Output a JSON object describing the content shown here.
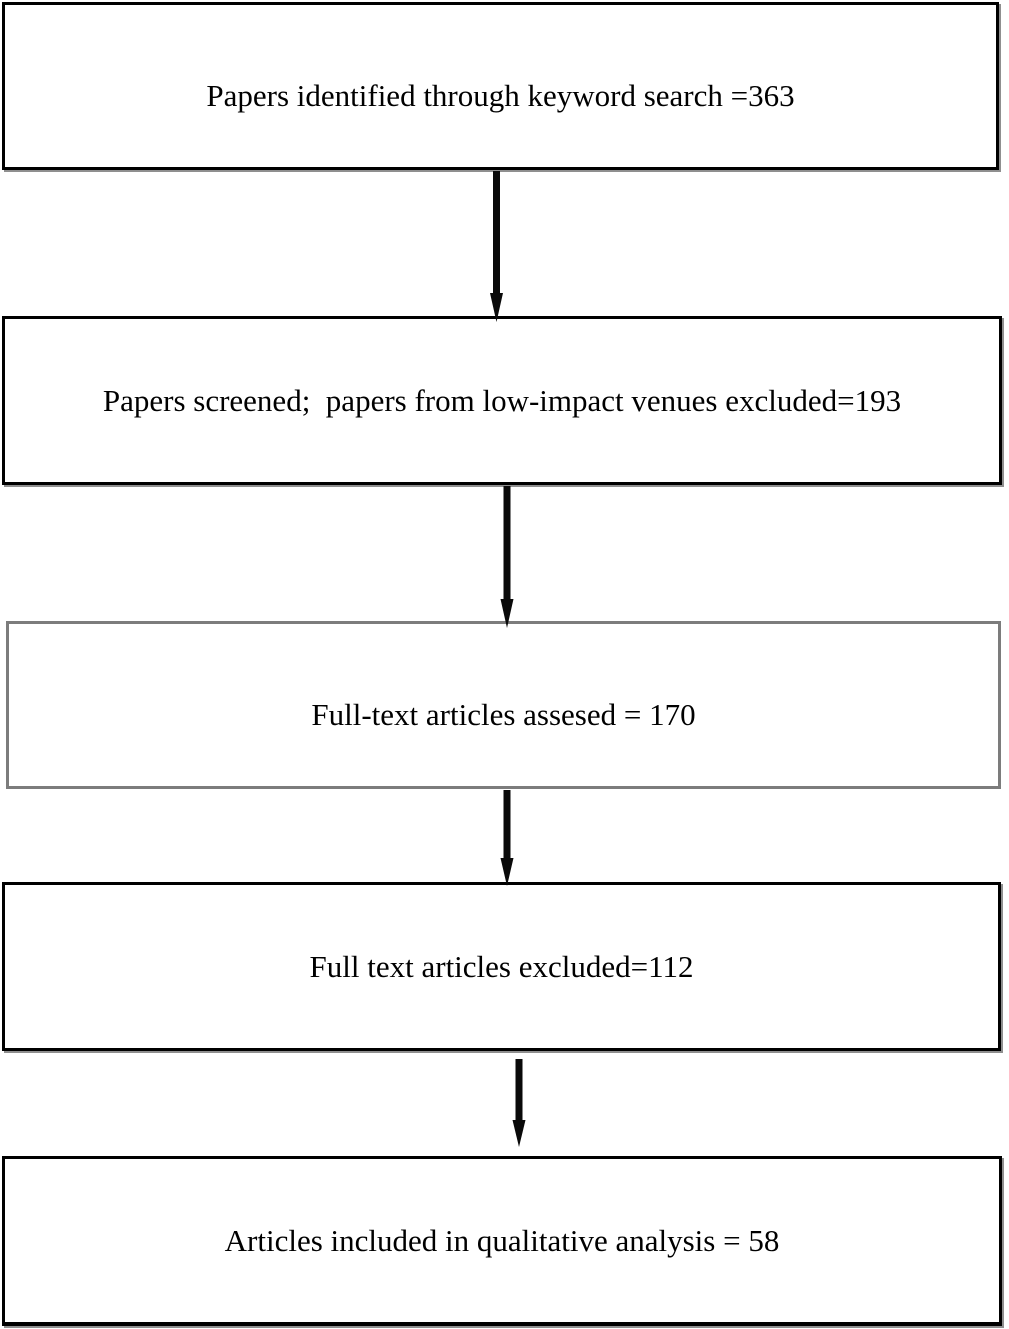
{
  "flow": {
    "boxes": [
      {
        "id": "identified",
        "label": "Papers identified through keyword search =363"
      },
      {
        "id": "screened",
        "label": "Papers screened;  papers from low-impact venues excluded=193"
      },
      {
        "id": "assessed",
        "label": "Full-text articles assesed = 170"
      },
      {
        "id": "excluded",
        "label": "Full text articles excluded=112"
      },
      {
        "id": "included",
        "label": "Articles included in qualitative analysis = 58"
      }
    ],
    "arrow_count": 4,
    "colors": {
      "box_border": "#000000",
      "assessed_box_border": "#7c7c7c",
      "arrow": "#000000",
      "text": "#000000",
      "background": "#ffffff"
    }
  }
}
